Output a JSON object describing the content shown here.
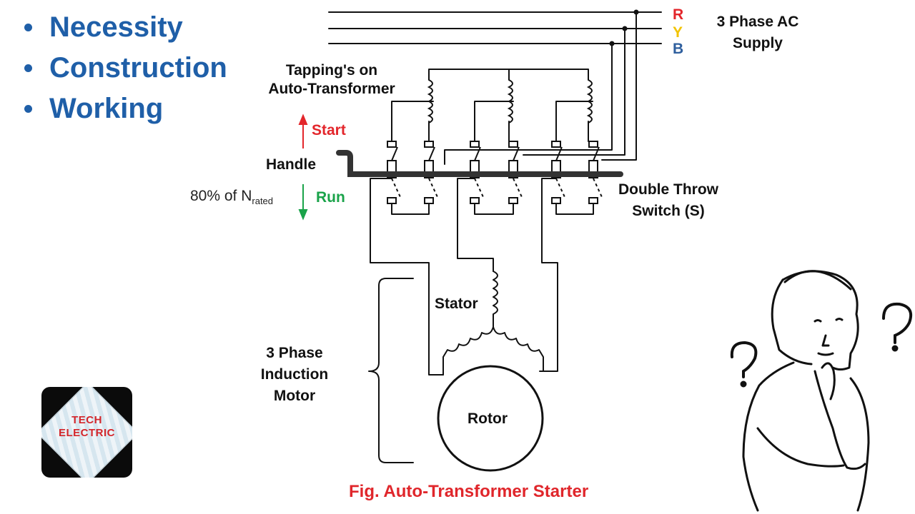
{
  "topics": [
    "Necessity",
    "Construction",
    "Working"
  ],
  "supply": {
    "phases": [
      "R",
      "Y",
      "B"
    ],
    "label_line1": "3 Phase AC",
    "label_line2": "Supply"
  },
  "labels": {
    "tapping_line1": "Tapping's on",
    "tapping_line2": "Auto-Transformer",
    "start": "Start",
    "handle": "Handle",
    "speed_prefix": "80% of N",
    "speed_subscript": "rated",
    "run": "Run",
    "switch_line1": "Double Throw",
    "switch_line2": "Switch (S)",
    "stator": "Stator",
    "motor_line1": "3 Phase",
    "motor_line2": "Induction",
    "motor_line3": "Motor",
    "rotor": "Rotor"
  },
  "caption": "Fig. Auto-Transformer Starter",
  "logo": {
    "line1": "TECH",
    "line2": "ELECTRIC"
  },
  "colors": {
    "topics": "#1f5fa8",
    "R": "#e3262b",
    "Y": "#f2c300",
    "B": "#2f5f9e",
    "start": "#e3262b",
    "run": "#1aa34a",
    "caption": "#e0262b"
  }
}
